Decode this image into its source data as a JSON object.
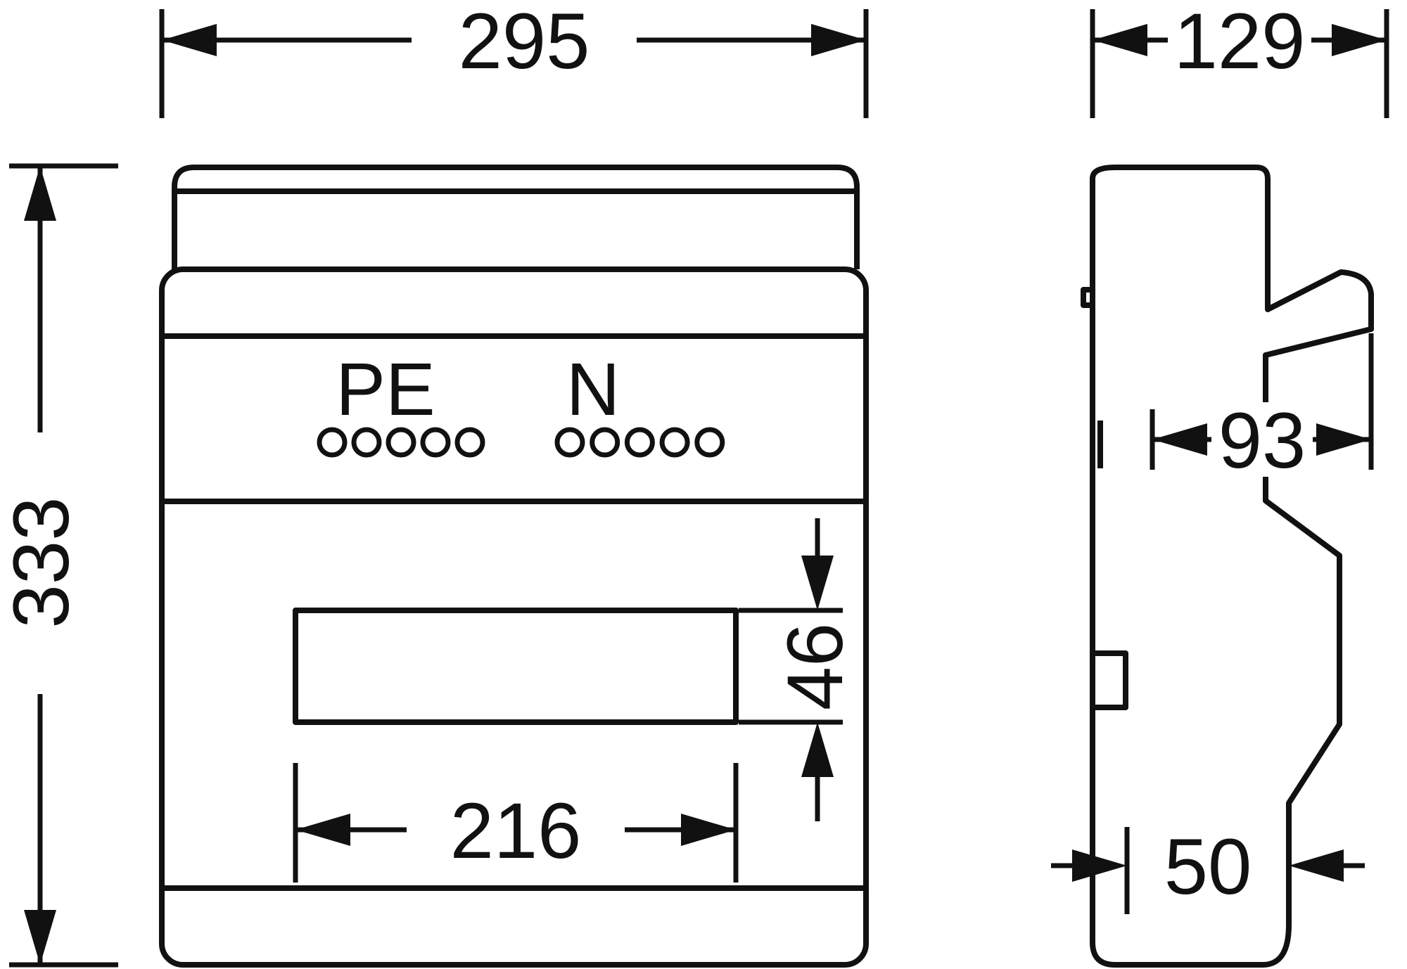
{
  "meta": {
    "ink_color": "#111111",
    "background_color": "#ffffff",
    "drawing_type": "technical dimension drawing, enclosure front and side view"
  },
  "front_view": {
    "terminal_pe_label": "PE",
    "terminal_n_label": "N",
    "pe_circle_count": 5,
    "n_circle_count": 5,
    "dim_overall_width": "295",
    "dim_overall_height": "333",
    "dim_cutout_width": "216",
    "dim_cutout_height": "46"
  },
  "side_view": {
    "dim_overall_depth": "129",
    "dim_cover_depth": "93",
    "dim_bottom_depth": "50"
  }
}
